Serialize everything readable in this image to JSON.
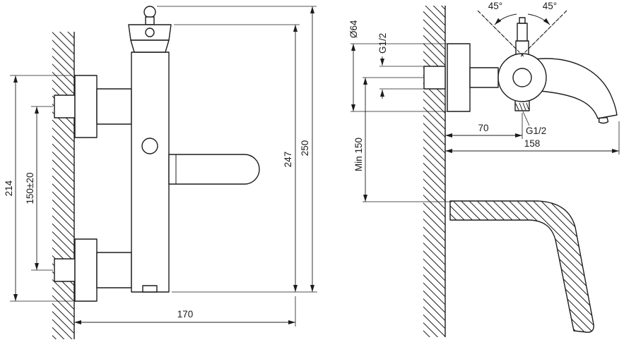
{
  "colors": {
    "line": "#1c1c1c",
    "background": "#ffffff"
  },
  "left_view": {
    "dimensions": {
      "mount_height": "214",
      "mount_spacing": "150±20",
      "body_height": "247",
      "total_height": "250",
      "spout_reach": "170"
    }
  },
  "right_view": {
    "dimensions": {
      "escutcheon_diameter": "Ø64",
      "inlet_thread": "G1/2",
      "angle_left": "45°",
      "angle_right": "45°",
      "min_mount_height": "Min 150",
      "axis_offset": "70",
      "outlet_thread": "G1/2",
      "spout_reach": "158"
    }
  }
}
